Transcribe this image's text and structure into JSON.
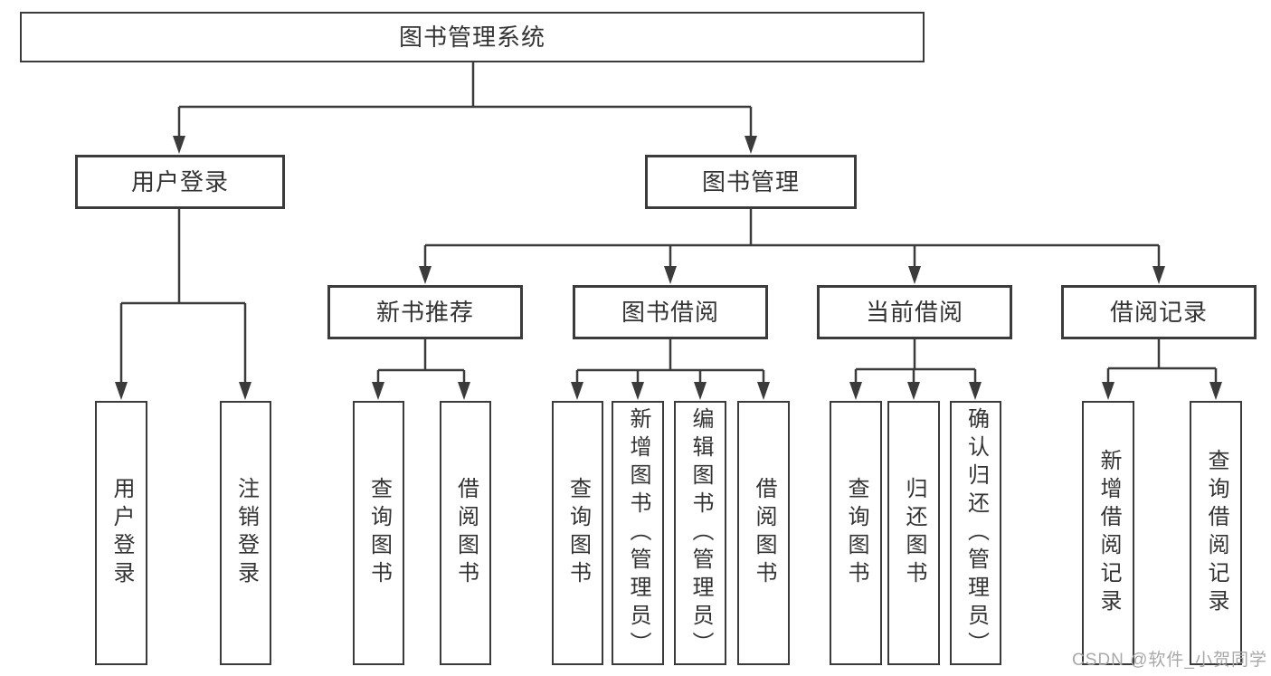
{
  "diagram": {
    "root": "图书管理系统",
    "level2": {
      "user_login": "用户登录",
      "book_mgmt": "图书管理"
    },
    "level3": {
      "new_book_rec": "新书推荐",
      "book_borrow": "图书借阅",
      "current_borrow": "当前借阅",
      "borrow_record": "借阅记录"
    },
    "leaves": {
      "user_login": "用户登录",
      "logout": "注销登录",
      "rec_query_books": "查询图书",
      "rec_borrow_books": "借阅图书",
      "bor_query_books": "查询图书",
      "bor_add_books": "新增图书（管理员）",
      "bor_edit_books": "编辑图书（管理员）",
      "bor_borrow_books": "借阅图书",
      "cur_query_books": "查询图书",
      "cur_return_books": "归还图书",
      "cur_confirm_return": "确认归还（管理员）",
      "rec_add_record": "新增借阅记录",
      "rec_query_record": "查询借阅记录"
    }
  },
  "watermark": "CSDN @软件_小贺同学",
  "colors": {
    "line": "#3b3b3b",
    "text": "#333333",
    "watermark": "#a8a8a8",
    "background": "#ffffff"
  }
}
